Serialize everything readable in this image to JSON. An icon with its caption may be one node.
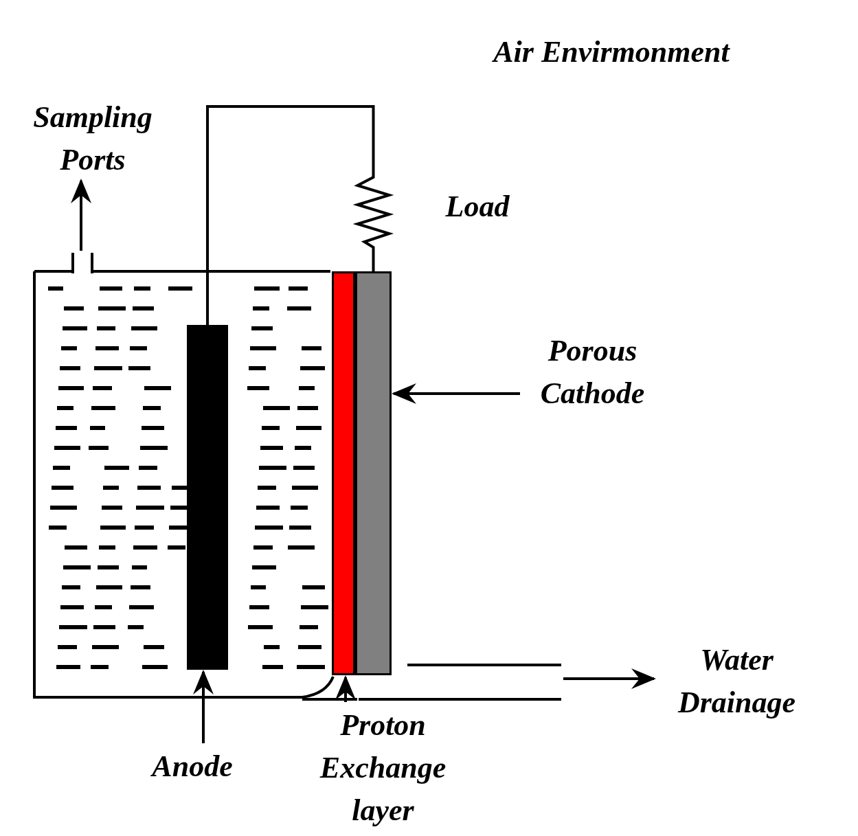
{
  "diagram": {
    "nodes": [
      {
        "text": [
          "Sampling Ports"
        ]
      },
      {
        "text": [],
        "shape": "tube"
      },
      {
        "text": [
          "Anode"
        ]
      },
      {
        "text": [],
        "shape": "bar"
      },
      {
        "text": [
          "Proton Exchange layer"
        ]
      },
      {
        "text": [],
        "shape": "bar"
      },
      {
        "text": [
          "Porous Cathode"
        ]
      },
      {
        "text": [],
        "shape": "bar"
      },
      {
        "text": [
          "Water Drainage"
        ]
      },
      {
        "text": [],
        "shape": "pipe"
      }
    ],
    "edges": [
      {
        "from": 1,
        "to": 0,
        "arrow": "to"
      },
      {
        "from": 2,
        "to": 3,
        "arrow": "to"
      },
      {
        "from": 4,
        "to": 5,
        "arrow": "to"
      },
      {
        "from": 6,
        "to": 7,
        "arrow": "to"
      },
      {
        "from": 9,
        "to": 8,
        "arrow": "to"
      },
      {
        "from": 3,
        "to": 7,
        "arrow": "none"
      }
    ],
    "labels": [
      "Air Envirmonment",
      "Load"
    ]
  }
}
